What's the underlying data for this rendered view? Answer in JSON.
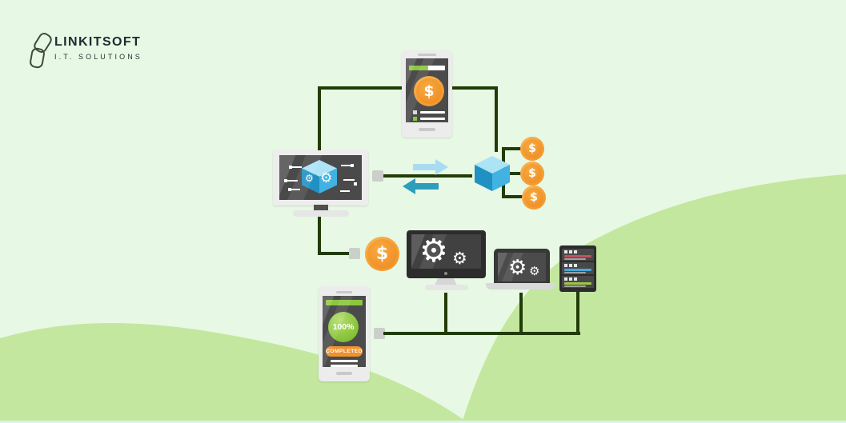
{
  "brand": {
    "name": "LINKITSOFT",
    "tagline": "I.T. SOLUTIONS"
  },
  "icons": {
    "gear": "⚙",
    "dollar": "$"
  },
  "progress_phone": {
    "percent": "100%",
    "status": "COMPLETED"
  },
  "colors": {
    "bg": "#e7f8e4",
    "wave": "#c3e79f",
    "line": "#213c07",
    "connector_gray": "#cbcfca",
    "coin_light": "#f9bb5e",
    "coin": "#f4a238",
    "coin_deep": "#ee8d26",
    "ui_green": "#8cc63e",
    "ui_green_deep": "#76b22c",
    "arrow_light": "#a9dcf2",
    "arrow_teal": "#2d9dbe",
    "cube_top": "#ace3f5",
    "cube_left": "#2191c4",
    "cube_right": "#41b2e2",
    "screen_dark": "#4b4b4b",
    "device_dark": "#2c2c2c",
    "device_light": "#ececec",
    "badge": "#f0922d",
    "server_red": "#c44f63",
    "server_blue": "#4aa7d8",
    "server_green": "#9dc544",
    "logo": "#1d2b33"
  }
}
